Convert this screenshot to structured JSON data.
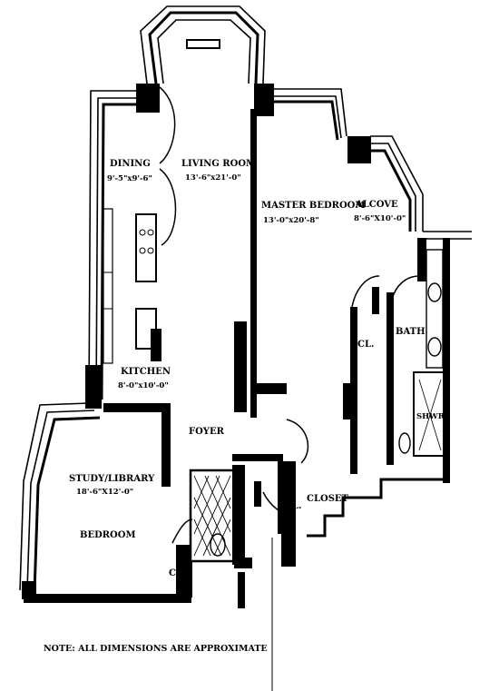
{
  "rooms": {
    "dining": {
      "name": "DINING",
      "dims": "9'-5\"x9'-6\""
    },
    "living_room": {
      "name": "LIVING ROOM",
      "dims": "13'-6\"x21'-0\""
    },
    "master_bedroom": {
      "name": "MASTER BEDROOM",
      "dims": "13'-0\"x20'-8\""
    },
    "alcove": {
      "name": "ALCOVE",
      "dims": "8'-6\"X10'-0\""
    },
    "kitchen": {
      "name": "KITCHEN",
      "dims": "8'-0\"x10'-0\""
    },
    "foyer": {
      "name": "FOYER"
    },
    "study_library": {
      "name": "STUDY/LIBRARY",
      "dims": "18'-6\"X12'-0\""
    },
    "bedroom": {
      "name": "BEDROOM"
    },
    "bath": {
      "name": "BATH"
    },
    "shower": {
      "name": "SHWR."
    },
    "closet": {
      "name": "CLOSET"
    },
    "closet_master": {
      "name": "CL."
    },
    "closet_foyer": {
      "name": "CL."
    },
    "closet_study": {
      "name": "CL."
    }
  },
  "note": "NOTE: ALL DIMENSIONS ARE APPROXIMATE"
}
